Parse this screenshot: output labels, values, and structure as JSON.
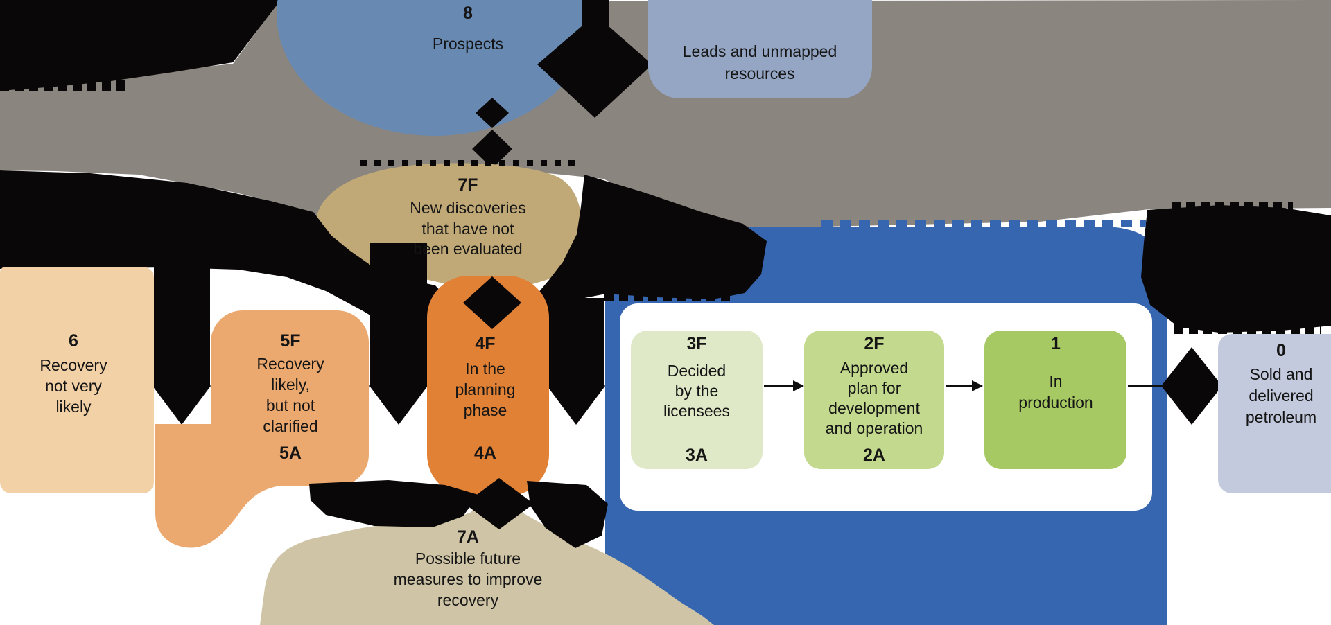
{
  "nodes": {
    "prospects": {
      "code": "8",
      "lines": [
        "Prospects"
      ]
    },
    "leads": {
      "lines": [
        "Leads and unmapped",
        "resources"
      ]
    },
    "new_discoveries": {
      "code": "7F",
      "lines": [
        "New discoveries",
        "that have not",
        "been evaluated"
      ]
    },
    "recovery_unlikely": {
      "code": "6",
      "lines": [
        "Recovery",
        "not very",
        "likely"
      ]
    },
    "recovery_likely": {
      "code": "5F",
      "lines": [
        "Recovery",
        "likely,",
        "but not",
        "clarified"
      ],
      "code_bottom": "5A"
    },
    "planning_phase": {
      "code": "4F",
      "lines": [
        "In the",
        "planning",
        "phase"
      ],
      "code_bottom": "4A"
    },
    "decided": {
      "code": "3F",
      "lines": [
        "Decided",
        "by the",
        "licensees"
      ],
      "code_bottom": "3A"
    },
    "approved_plan": {
      "code": "2F",
      "lines": [
        "Approved",
        "plan for",
        "development",
        "and operation"
      ],
      "code_bottom": "2A"
    },
    "in_production": {
      "code": "1",
      "lines": [
        "In",
        "production"
      ]
    },
    "sold_delivered": {
      "code": "0",
      "lines": [
        "Sold and",
        "delivered",
        "petroleum"
      ]
    },
    "future_measures": {
      "code": "7A",
      "lines": [
        "Possible future",
        "measures to improve",
        "recovery"
      ]
    }
  },
  "colors": {
    "prospects": "#6789b2",
    "leads": "#94a6c3",
    "new_discoveries": "#c0a977",
    "recovery_unlikely": "#f3d1a6",
    "recovery_likely": "#eca96f",
    "planning_phase": "#e08136",
    "reserves_panel": "#3766b0",
    "inner_panel": "#ffffff",
    "decided": "#dfe9c7",
    "approved_plan": "#c3d98e",
    "in_production": "#a7c964",
    "sold_delivered": "#c4cade",
    "future_measures": "#cfc5a6",
    "background_band": "#8b8580",
    "connector": "#0a0708"
  }
}
